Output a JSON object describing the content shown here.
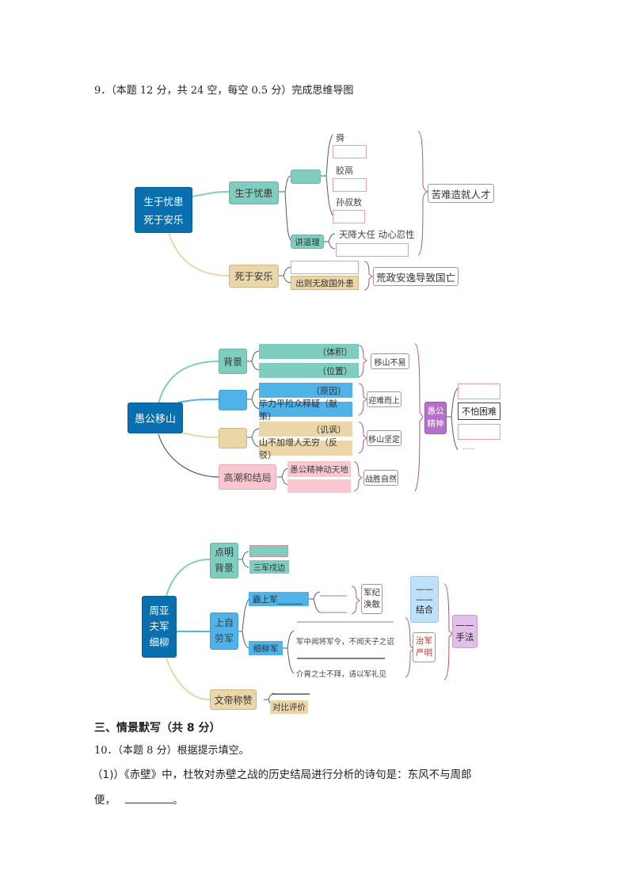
{
  "question9": {
    "title": "9．（本题 12 分，共 24 空，每空 0.5 分）完成思维导图"
  },
  "map1": {
    "root_line1": "生于忧患",
    "root_line2": "死于安乐",
    "branch_a": "生于忧患",
    "branch_b": "死于安乐",
    "sub_examples_blank": "",
    "examples": [
      "舜",
      "胶鬲",
      "孙叔敖"
    ],
    "sub_reason": "讲道理",
    "reason_text": "天降大任  动心忍性",
    "b_item2": "出则无敌国外患",
    "summary_a": "苦难造就人才",
    "summary_b": "荒政安逸导致国亡"
  },
  "map2": {
    "root": "愚公移山",
    "branches": [
      "背景",
      "",
      "",
      "高潮和结局"
    ],
    "bg_items": [
      "（体积）",
      "（位置）"
    ],
    "bg_summary": "移山不易",
    "b2_items": [
      "（原因）",
      "毕力平险众释疑（献策）"
    ],
    "b2_summary": "迎难而上",
    "b3_items": [
      "（讥讽）",
      "山不加增人无穷（反驳）"
    ],
    "b3_summary": "移山坚定",
    "b4_items": [
      "愚公精神动天地",
      ""
    ],
    "b4_summary": "战胜自然",
    "spirit_line1": "愚公",
    "spirit_line2": "精神",
    "spirit_items": [
      "",
      "不怕困难",
      ""
    ],
    "spirit_more": "……"
  },
  "map3": {
    "root_lines": [
      "周亚",
      "夫军",
      "细柳"
    ],
    "b1_lines": [
      "点明",
      "背景"
    ],
    "b1_items": [
      "",
      "三军戍边"
    ],
    "b2_lines": [
      "上自",
      "劳军"
    ],
    "bashang": "霸上军______",
    "bashang_summary_lines": [
      "军纪",
      "涣散"
    ],
    "xiliu": "细柳军",
    "xiliu_items": [
      "军中闻将军令，不闻天子之诏",
      "介胄之士不拜，请以军礼见"
    ],
    "xiliu_summary_lines": [
      "治军",
      "严明"
    ],
    "combine_lines": [
      "——",
      "——",
      "结合"
    ],
    "method_lines": [
      "——",
      "手法"
    ],
    "b3": "文帝称赞",
    "b3_item": "对比评价"
  },
  "section3": {
    "heading": "三、情景默写（共 8 分）",
    "q10": "10．（本题 8 分）根据提示填空。",
    "p1": "（1)）《赤壁》中，杜牧对赤壁之战的历史结局进行分析的诗句是：东风不与周郎",
    "p2_prefix": "便，",
    "p2_suffix": "。"
  }
}
